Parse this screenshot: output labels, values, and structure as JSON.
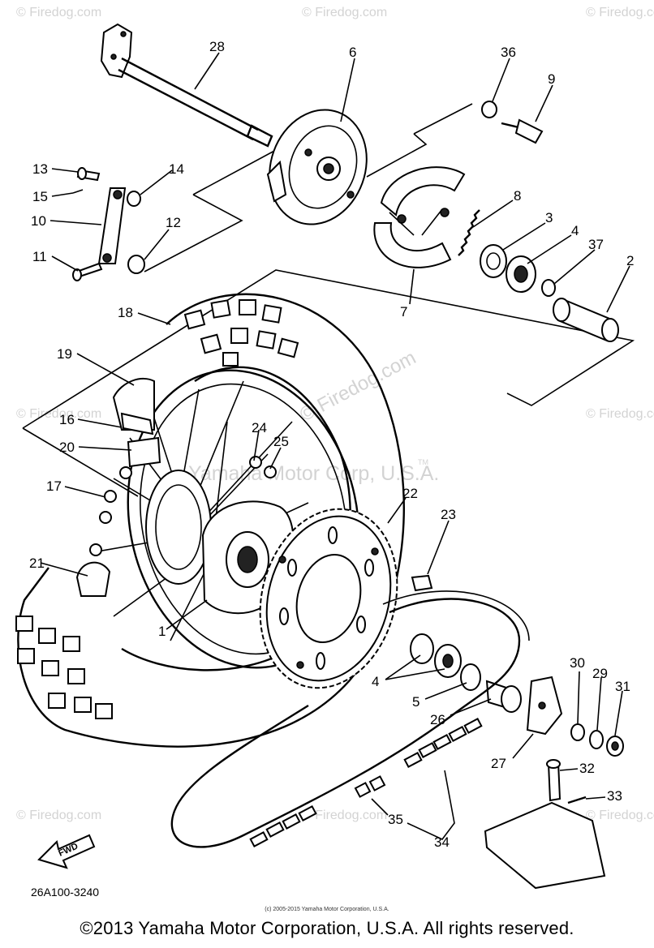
{
  "watermarks": {
    "brand": "© Firedog.com",
    "center_brand": "© Firedog.com",
    "center_owner": "Yamaha Motor Corp, U.S.A.",
    "tm": "TM"
  },
  "fwd_label": "FWD",
  "drawing_code": "26A100-3240",
  "copyright_small": "(c) 2005-2015 Yamaha Motor Corporation, U.S.A.",
  "copyright_main": "©2013 Yamaha Motor Corporation, U.S.A. All rights reserved.",
  "callouts": {
    "c1": "1",
    "c2": "2",
    "c3": "3",
    "c4a": "4",
    "c4b": "4",
    "c5": "5",
    "c6": "6",
    "c7": "7",
    "c8": "8",
    "c9": "9",
    "c10": "10",
    "c11": "11",
    "c12": "12",
    "c13": "13",
    "c14": "14",
    "c15": "15",
    "c16": "16",
    "c17": "17",
    "c18": "18",
    "c19": "19",
    "c20": "20",
    "c21": "21",
    "c22": "22",
    "c23": "23",
    "c24": "24",
    "c25": "25",
    "c26": "26",
    "c27": "27",
    "c28": "28",
    "c29": "29",
    "c30": "30",
    "c31": "31",
    "c32": "32",
    "c33": "33",
    "c34": "34",
    "c35": "35",
    "c36": "36",
    "c37": "37"
  }
}
